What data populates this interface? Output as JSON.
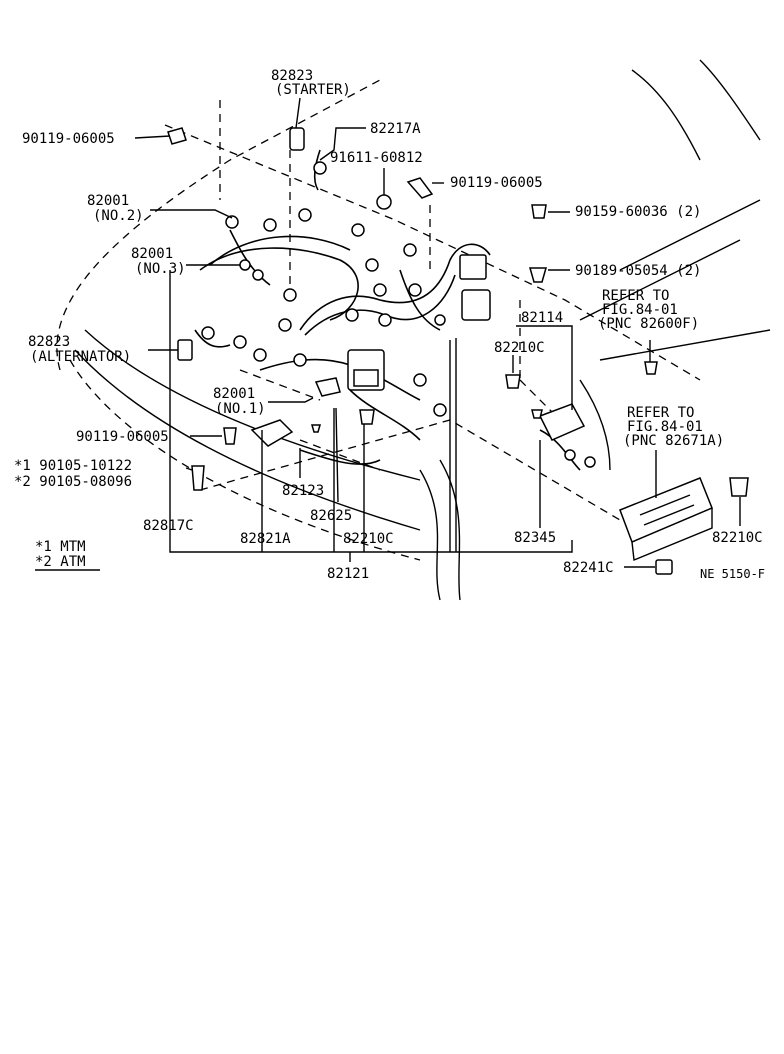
{
  "labels": {
    "l82823s": "82823",
    "starter": "(STARTER)",
    "l82217a": "82217A",
    "l90119a": "90119-06005",
    "l91611": "91611-60812",
    "l90119b": "90119-06005",
    "l90159": "90159-60036 (2)",
    "l90189": "90189-05054 (2)",
    "l82001a": "82001",
    "no2": "(NO.2)",
    "l82001b": "82001",
    "no3": "(NO.3)",
    "refer1a": "REFER TO",
    "refer1b": "FIG.84-01",
    "refer1c": "(PNC 82600F)",
    "l82823a": "82823",
    "alternator": "(ALTERNATOR)",
    "l82114": "82114",
    "l82210c1": "82210C",
    "l82001c": "82001",
    "no1": "(NO.1)",
    "refer2a": "REFER TO",
    "refer2b": "FIG.84-01",
    "refer2c": "(PNC 82671A)",
    "l90119c": "90119-06005",
    "star1": "*1 90105-10122",
    "star2": "*2 90105-08096",
    "l82123": "82123",
    "l82625": "82625",
    "l82817c": "82817C",
    "l82821a": "82821A",
    "l82210c2": "82210C",
    "l82345": "82345",
    "l82210c3": "82210C",
    "l82121": "82121",
    "l82241c": "82241C",
    "ref_code": "NE 5150-F",
    "leg1": "*1 MTM",
    "leg2": "*2 ATM"
  }
}
